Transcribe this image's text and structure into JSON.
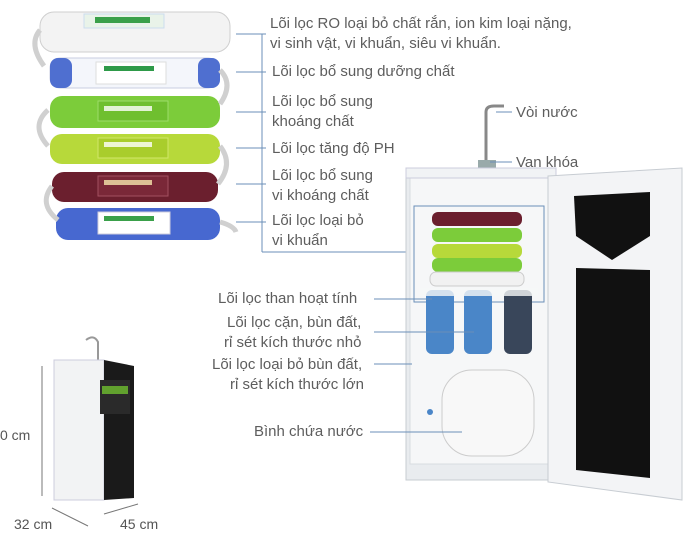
{
  "filters_callouts": [
    "Lõi lọc RO loại bỏ chất rắn, ion kim loại nặng,",
    "vi sinh vật, vi khuẩn, siêu vi khuẩn.",
    "Lõi lọc bổ sung dưỡng chất",
    "Lõi lọc bổ sung",
    "khoáng chất",
    "Lõi  lọc tăng độ PH",
    "Lõi lọc bổ sung",
    "vi khoáng chất",
    "Lõi lọc loại bỏ",
    "vi khuẩn"
  ],
  "right_callouts": {
    "faucet": "Vòi nước",
    "valve": "Van khóa"
  },
  "left_callouts": {
    "carbon": "Lõi lọc than hoạt tính",
    "sediment_small_1": "Lõi lọc cặn, bùn đất,",
    "sediment_small_2": "rỉ sét kích thước nhỏ",
    "sediment_large_1": "Lõi lọc loại bỏ bùn đất,",
    "sediment_large_2": "rỉ sét kích thước lớn",
    "tank": "Bình chứa nước"
  },
  "dimensions": {
    "height": "0 cm",
    "depth": "32 cm",
    "width": "45 cm"
  },
  "colors": {
    "cartridge_blue": "#4f6fd0",
    "cartridge_green": "#7ccc3a",
    "cartridge_lime": "#a9d33a",
    "cartridge_maroon": "#6b1f2e",
    "cabinet_white": "#f2f4f6",
    "door_black": "#111111"
  }
}
